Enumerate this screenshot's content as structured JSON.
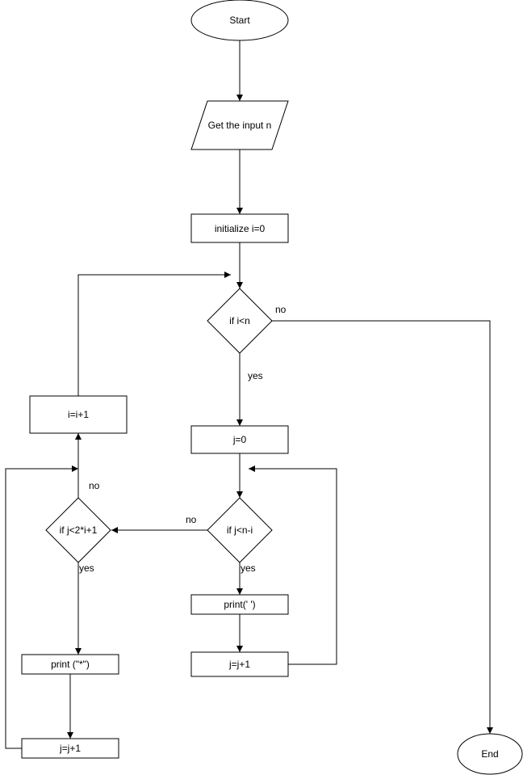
{
  "nodes": {
    "start": "Start",
    "input": "Get the input n",
    "init_i": "initialize i=0",
    "cond_i": "if i<n",
    "init_j": "j=0",
    "cond_j_space": "if j<n-i",
    "print_space": "print(' ')",
    "inc_j_space": "j=j+1",
    "cond_j_star": "if j<2*i+1",
    "print_star": "print (\"*\")",
    "inc_j_star": "j=j+1",
    "inc_i": "i=i+1",
    "end": "End"
  },
  "edge_labels": {
    "cond_i_no": "no",
    "cond_i_yes": "yes",
    "cond_j_space_no": "no",
    "cond_j_space_yes": "yes",
    "cond_j_star_no": "no",
    "cond_j_star_yes": "yes"
  }
}
